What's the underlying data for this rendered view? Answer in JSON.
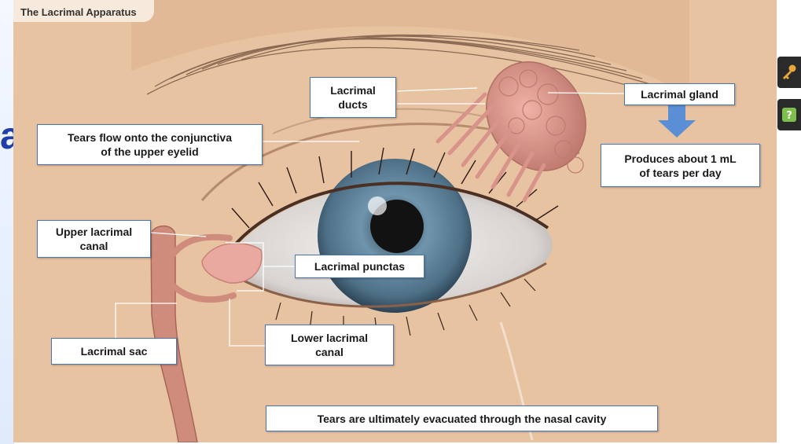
{
  "title": "The Lacrimal Apparatus",
  "edge_letter": "a",
  "labels": {
    "lacrimal_ducts": "Lacrimal\nducts",
    "lacrimal_gland": "Lacrimal gland",
    "tears_flow": "Tears flow onto the conjunctiva\nof the upper eyelid",
    "produces": "Produces about 1 mL\nof tears per day",
    "upper_canal": "Upper lacrimal\ncanal",
    "punctas": "Lacrimal punctas",
    "lacrimal_sac": "Lacrimal sac",
    "lower_canal": "Lower lacrimal\ncanal",
    "evacuated": "Tears are ultimately evacuated through the nasal cavity"
  },
  "toolbar": {
    "key_icon": "key-icon",
    "help_icon": "question-icon"
  },
  "colors": {
    "skin": "#e8c3a1",
    "label_border": "#4a76b2",
    "arrow": "#5a8fd6",
    "gland": "#d8948a",
    "iris": "#5a7f9a"
  }
}
